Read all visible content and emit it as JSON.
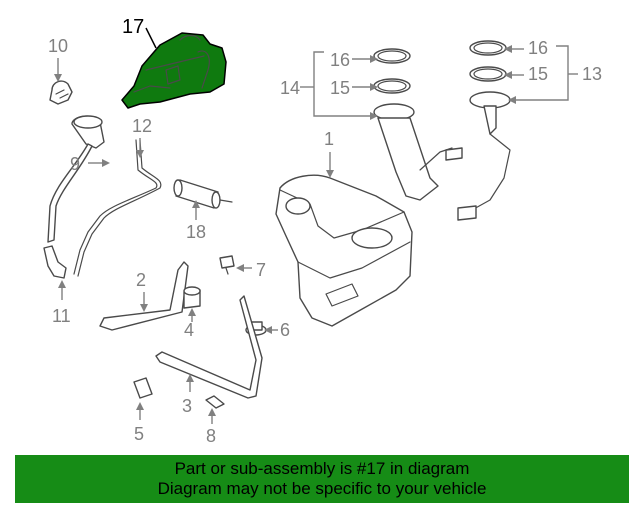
{
  "diagram": {
    "labels": {
      "p1": "1",
      "p2": "2",
      "p3": "3",
      "p4": "4",
      "p5": "5",
      "p6": "6",
      "p7": "7",
      "p8": "8",
      "p9": "9",
      "p10": "10",
      "p11": "11",
      "p12": "12",
      "p13": "13",
      "p14": "14",
      "p15a": "15",
      "p15b": "15",
      "p16a": "16",
      "p16b": "16",
      "p17": "17",
      "p18": "18"
    },
    "highlighted_part": "17",
    "highlight_color": "#168c16"
  },
  "banner": {
    "line1": "Part or sub-assembly is #17 in diagram",
    "line2": "Diagram may not be specific to your vehicle"
  }
}
